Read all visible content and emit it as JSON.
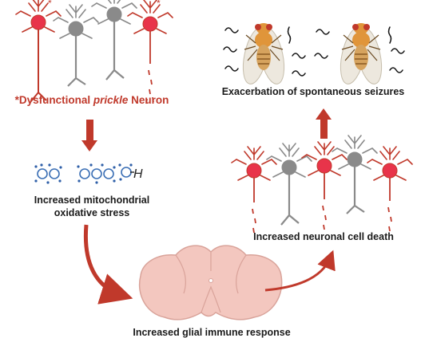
{
  "colors": {
    "accent_red": "#c0392b",
    "neuron_red": "#e8344a",
    "neuron_gray": "#8a8a8a",
    "brain_fill": "#f3c7bf",
    "brain_stroke": "#d9a39a",
    "fly_body": "#e0953a",
    "ros_blue": "#3b6fb5"
  },
  "labels": {
    "dys_prefix": "*Dysfunctional ",
    "dys_gene": "prickle",
    "dys_suffix": " Neuron",
    "oxidative_line1": "Increased mitochondrial",
    "oxidative_line2": "oxidative stress",
    "seizures": "Exacerbation of spontaneous seizures",
    "cell_death": "Increased neuronal cell death",
    "glial": "Increased glial immune response",
    "asterisk": "*",
    "ros_h": "H"
  },
  "icons": [
    "neuron-icon",
    "fly-icon",
    "ros-molecule-icon",
    "brain-icon",
    "arrow-icon",
    "motion-squiggle-icon"
  ]
}
